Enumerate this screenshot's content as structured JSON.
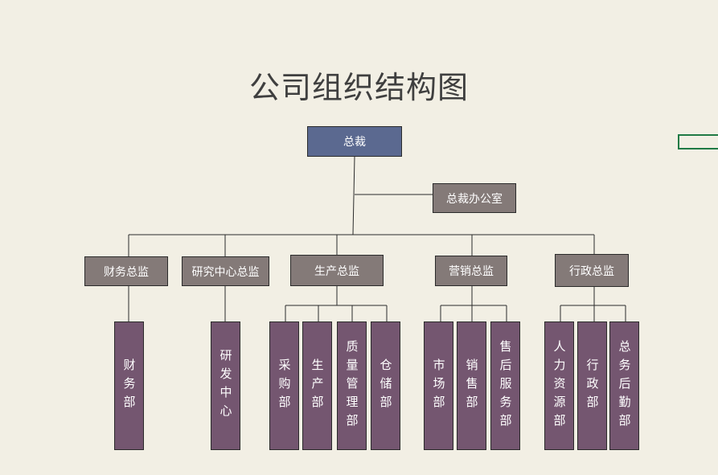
{
  "title": "公司组织结构图",
  "ceo": "总裁",
  "office": "总裁办公室",
  "directors": [
    {
      "label": "财务总监",
      "departments": [
        "财务部"
      ]
    },
    {
      "label": "研究中心总监",
      "departments": [
        "研发中心"
      ]
    },
    {
      "label": "生产总监",
      "departments": [
        "采购部",
        "生产部",
        "质量管理部",
        "仓储部"
      ]
    },
    {
      "label": "营销总监",
      "departments": [
        "市场部",
        "销售部",
        "售后服务部"
      ]
    },
    {
      "label": "行政总监",
      "departments": [
        "人力资源部",
        "行政部",
        "总务后勤部"
      ]
    }
  ],
  "colors": {
    "ceo": "#5b6990",
    "director": "#847a78",
    "department": "#745670",
    "line": "#2b2b2b",
    "background": "#f2efe4"
  }
}
